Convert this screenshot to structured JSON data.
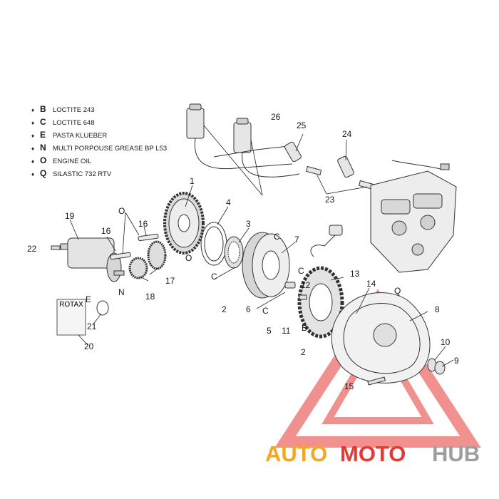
{
  "legend": [
    {
      "symbol": "♦",
      "code": "B",
      "text": "LOCTITE 243"
    },
    {
      "symbol": "♦",
      "code": "C",
      "text": "LOCTITE 648"
    },
    {
      "symbol": "♦",
      "code": "E",
      "text": "PASTA KLUEBER"
    },
    {
      "symbol": "♦",
      "code": "N",
      "text": "MULTI PORPOUSE GREASE BP L53"
    },
    {
      "symbol": "♦",
      "code": "O",
      "text": "ENGINE OIL"
    },
    {
      "symbol": "♦",
      "code": "Q",
      "text": "SILASTIC 732 RTV"
    }
  ],
  "callouts": {
    "n1": "1",
    "n2a": "2",
    "n2b": "2",
    "n3": "3",
    "n4": "4",
    "n5": "5",
    "n6": "6",
    "n7": "7",
    "n8": "8",
    "n9": "9",
    "n10": "10",
    "n11": "11",
    "n12": "12",
    "n13": "13",
    "n14": "14",
    "n15": "15",
    "n16a": "16",
    "n16b": "16",
    "n17": "17",
    "n18": "18",
    "n19": "19",
    "n20": "20",
    "n21": "21",
    "n22": "22",
    "n23": "23",
    "n24": "24",
    "n25": "25",
    "n26": "26"
  },
  "markers": {
    "o_top": "O",
    "o_mid": "O",
    "c_cover": "C",
    "c_flywheel": "C",
    "c_gear": "C",
    "c_bolt": "C",
    "b_stator": "B",
    "e_starter": "E",
    "n_starter": "N",
    "q_cover": "Q"
  },
  "manual_label": "ROTAX",
  "watermark": {
    "part1": "AUTO",
    "part2": "MOTO",
    "part3": "HUB"
  },
  "colors": {
    "watermark_orange": "#f5a623",
    "watermark_red": "#e53935",
    "watermark_gray": "#9e9e9e",
    "line": "#333333"
  }
}
